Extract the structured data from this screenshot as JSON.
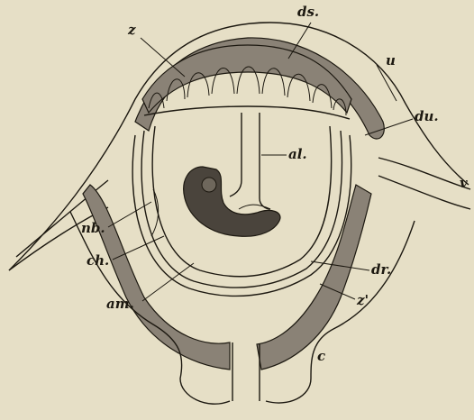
{
  "labels": {
    "z": "z",
    "ds": "ds.",
    "u": "u",
    "du": "du.",
    "v": "v",
    "al": "al.",
    "nb": "nb.",
    "ch": "ch.",
    "am": "am.",
    "dr": "dr.",
    "z_prime": "z'",
    "c": "c"
  }
}
